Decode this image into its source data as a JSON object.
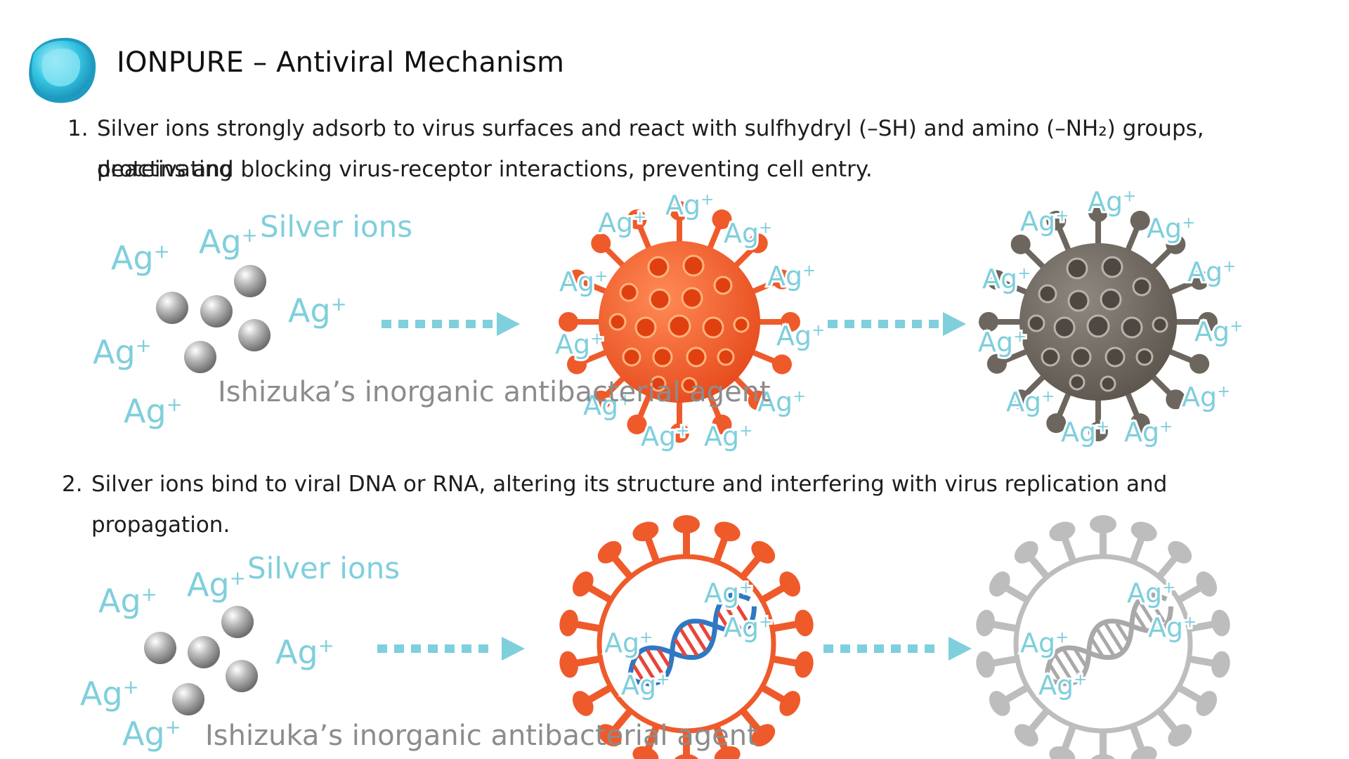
{
  "title": "IONPURE – Antiviral Mechanism",
  "step1": {
    "number": "1.",
    "line1": "Silver ions strongly adsorb to virus surfaces and react with sulfhydryl (–SH) and amino (–NH₂) groups, deactivating",
    "line2": "proteins and blocking virus-receptor interactions, preventing cell entry."
  },
  "step2": {
    "number": "2.",
    "line1": "Silver ions bind to viral DNA or RNA, altering its structure and interfering with virus replication and propagation."
  },
  "labels": {
    "silver_ions": "Silver ions",
    "agent": "Ishizuka’s inorganic antibacterial agent",
    "ion": "Ag",
    "ion_charge": "+"
  },
  "icons": {
    "logo": "ionpure-logo-icon",
    "silver_ball": "silver-ball-icon",
    "arrow": "dotted-arrow-right-icon",
    "virus_active": "virus-orange-icon",
    "virus_deactivated": "virus-gray-icon",
    "virus_cross_section": "virus-cross-section-icon",
    "dna": "dna-helix-icon"
  },
  "colors": {
    "accent": "#7fcfdc",
    "virus_orange": "#ef5a2b",
    "virus_gray": "#6d665f",
    "dna_blue": "#2f78c4",
    "dna_red": "#e8453a",
    "faded": "#bdbdbd"
  }
}
